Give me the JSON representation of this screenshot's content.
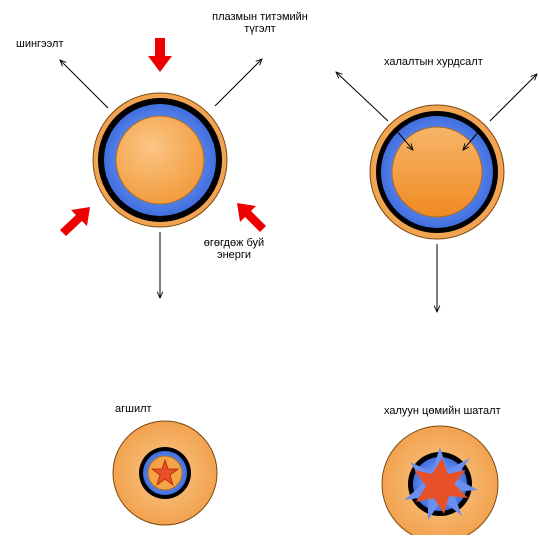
{
  "labels": {
    "evaporation": "шингээлт",
    "plasma_line1": "плазмын титэмийн",
    "plasma_line2": "түгэлт",
    "energy_line1": "өгөгдөж буй",
    "energy_line2": "энерги",
    "implosion": "халалтын хурдсалт",
    "compression": "агшилт",
    "ignition": "халуун цөмийн шаталт"
  },
  "colors": {
    "ablator_outer": "#f3a85a",
    "ablator_ring": "#000000",
    "fuel_layer": "#4f7fe6",
    "core": "#f5a347",
    "laser_arrow": "#ee0000",
    "burn_star": "#e8502a",
    "burn_spike": "#6a8fee"
  },
  "icons": {
    "laser": "red-block-arrow-icon",
    "burn": "orange-star-icon"
  }
}
